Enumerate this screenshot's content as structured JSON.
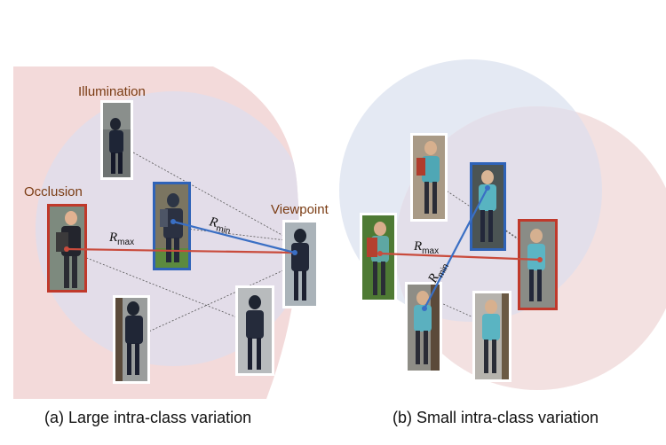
{
  "panels": {
    "a": {
      "caption": "(a) Large intra-class variation",
      "factors": {
        "illumination": "Illumination",
        "occlusion": "Occlusion",
        "viewpoint": "Viewpoint"
      },
      "r_max": {
        "symbol": "R",
        "sub": "max"
      },
      "r_min": {
        "symbol": "R",
        "sub": "min"
      }
    },
    "b": {
      "caption": "(b) Small intra-class variation",
      "r_max": {
        "symbol": "R",
        "sub": "max"
      },
      "r_min": {
        "symbol": "R",
        "sub": "min"
      }
    }
  },
  "colors": {
    "red_region": "#f3dada",
    "blue_region": "#dde3f0",
    "overlap": "#e4dfe9",
    "red_line": "#c94b3c",
    "blue_line": "#3a6fc4",
    "dashed": "#555555",
    "highlight_red": "#c0392b",
    "highlight_blue": "#2f63b8"
  }
}
